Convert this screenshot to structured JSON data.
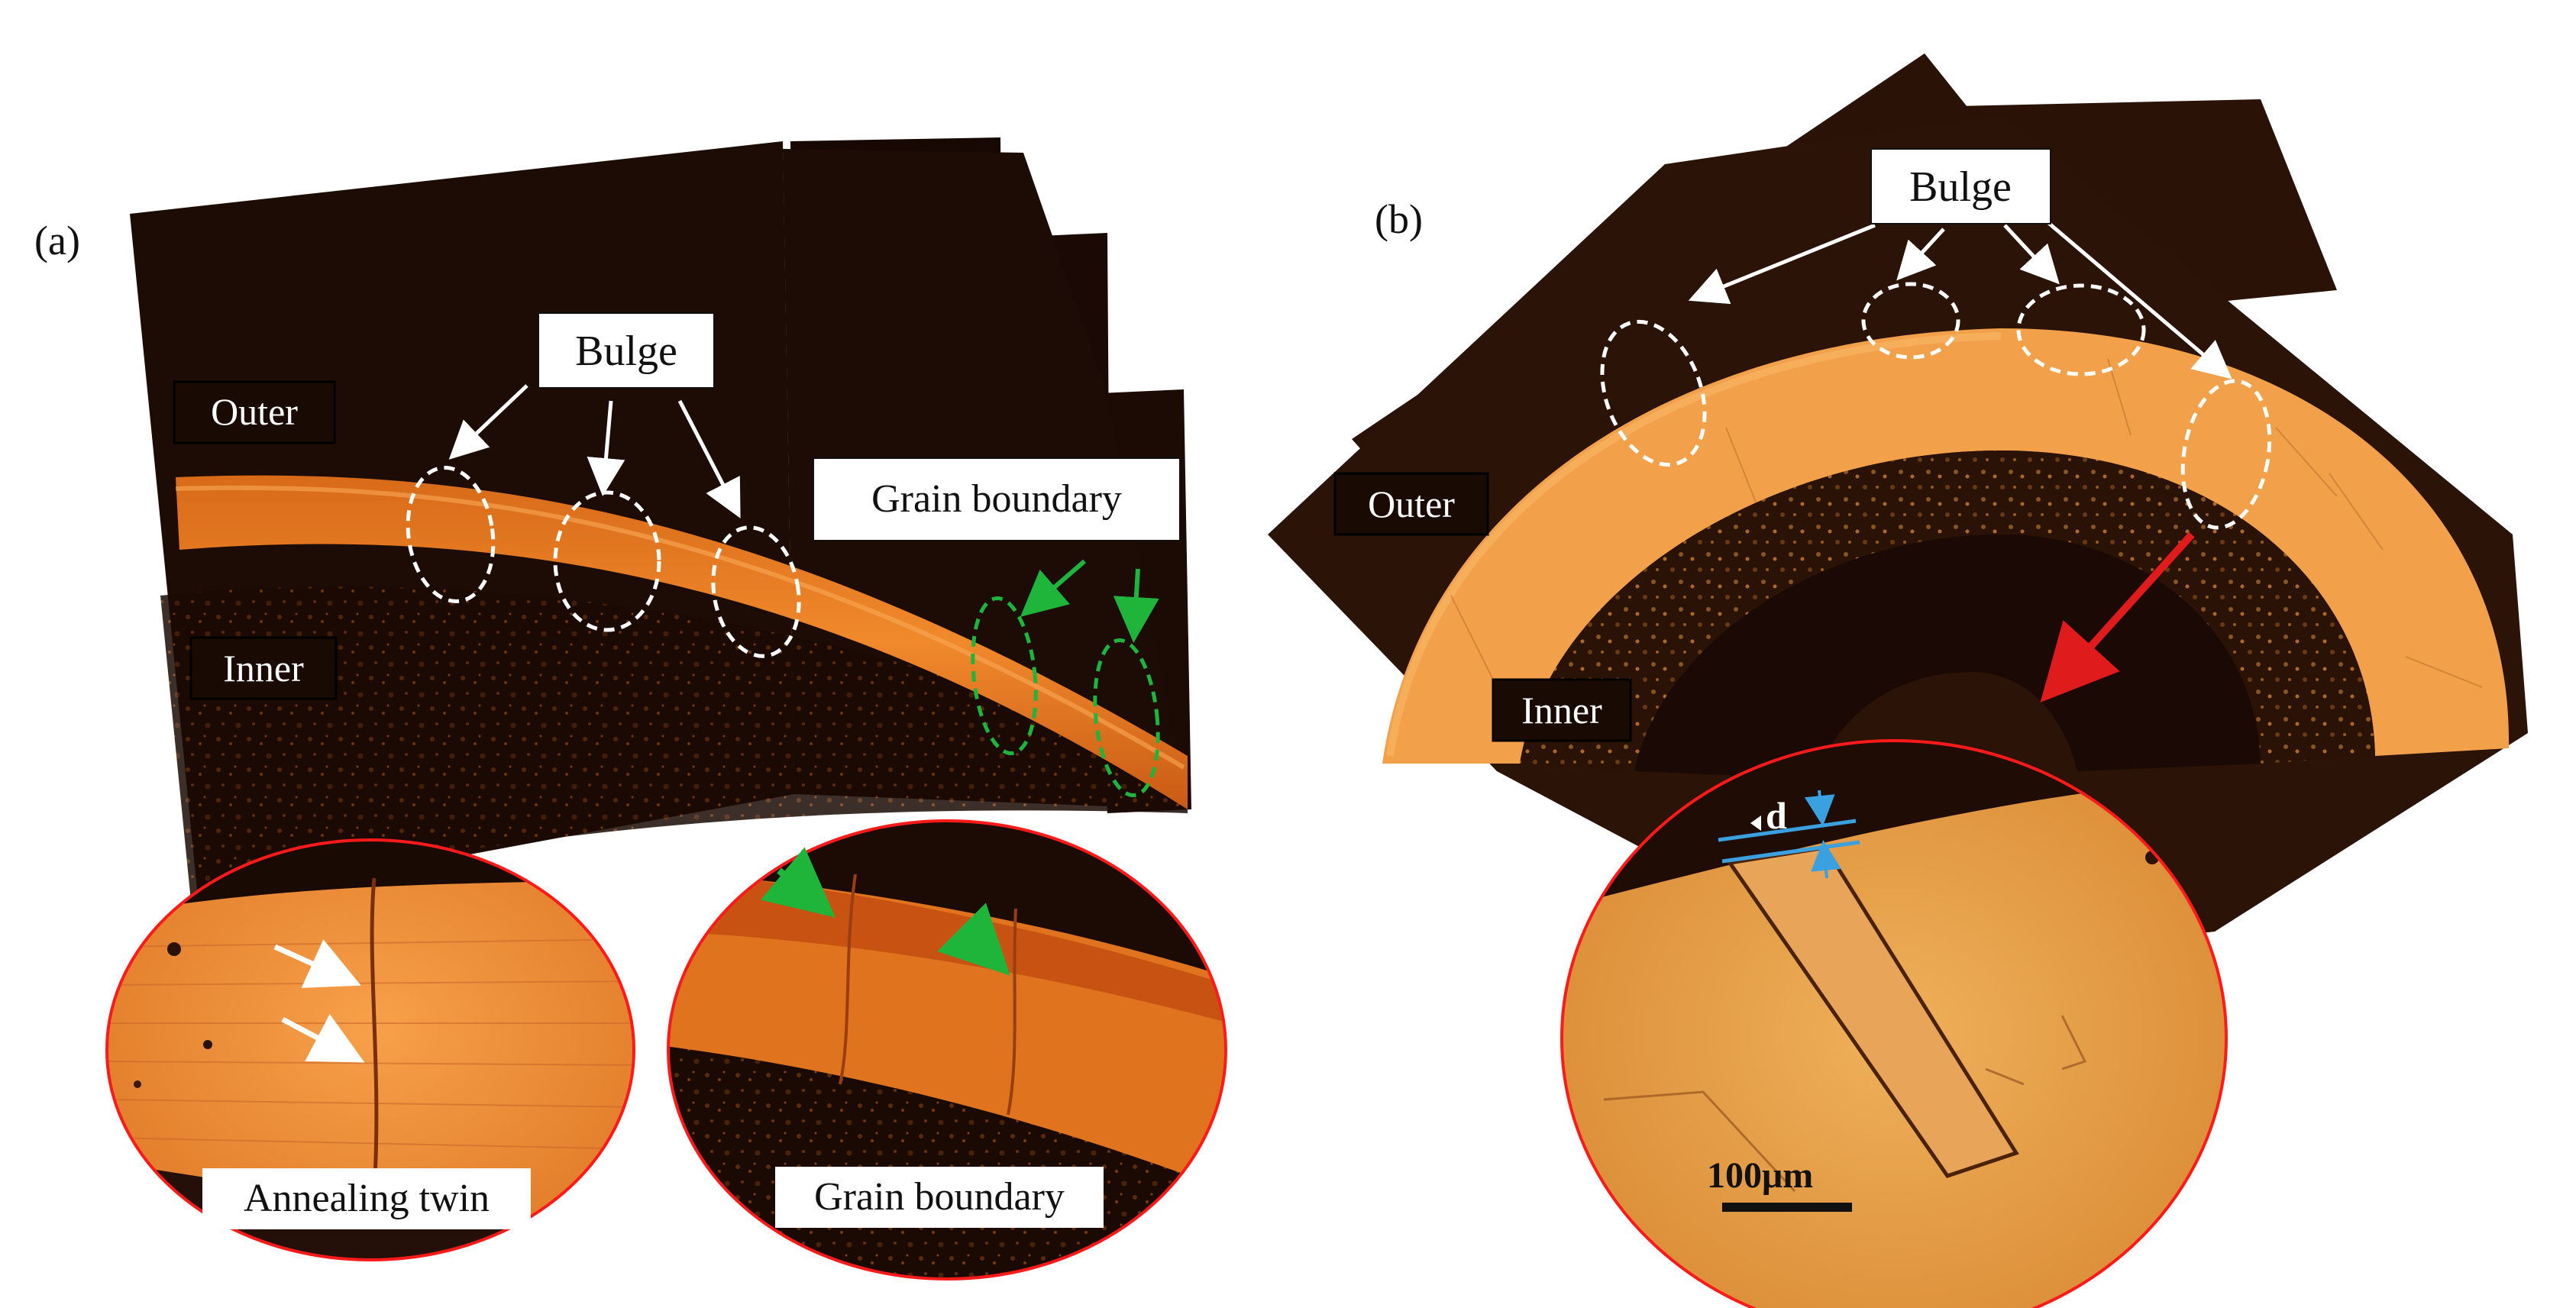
{
  "panel_a": {
    "label": "(a)",
    "bulge_label": "Bulge",
    "outer_label": "Outer",
    "inner_label": "Inner",
    "grain_boundary_label": "Grain boundary",
    "inset_left_caption": "Annealing twin",
    "inset_right_caption": "Grain boundary"
  },
  "panel_b": {
    "label": "(b)",
    "bulge_label": "Bulge",
    "outer_label": "Outer",
    "inner_label": "Inner",
    "dimension_label": "d",
    "scale_bar_label": "100μm"
  },
  "colors": {
    "background_dark": "#1e0d05",
    "ring_copper": "#e6862e",
    "ring_bright": "#f6a04a",
    "inset_border": "#ff1a1a",
    "bulge_marker": "#ffffff",
    "grain_marker": "#1fb53a",
    "dimension_line": "#3aa0e0",
    "red_arrow": "#e01b1b"
  }
}
